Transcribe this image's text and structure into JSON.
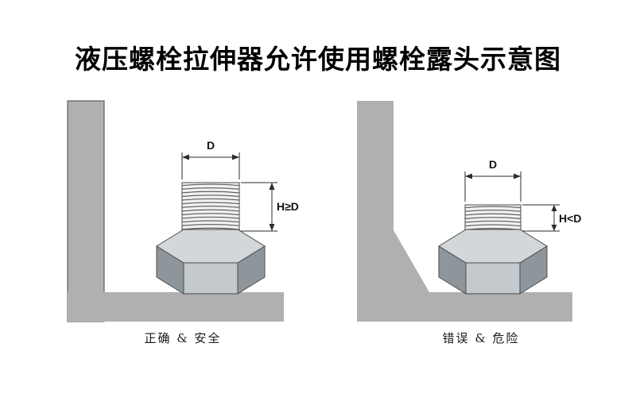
{
  "title": "液压螺栓拉伸器允许使用螺栓露头示意图",
  "left_diagram": {
    "dim_width_label": "D",
    "dim_height_label": "H≥D",
    "caption": "正确 & 安全"
  },
  "right_diagram": {
    "dim_width_label": "D",
    "dim_height_label": "H<D",
    "caption": "错误 & 危险"
  },
  "colors": {
    "bracket_gray": "#b0b0b0",
    "nut_top": "#d2d7da",
    "nut_front": "#c3c9cd",
    "nut_side": "#8f969b",
    "thread_bg": "#f1f1f1",
    "line": "#2b2b2b"
  }
}
